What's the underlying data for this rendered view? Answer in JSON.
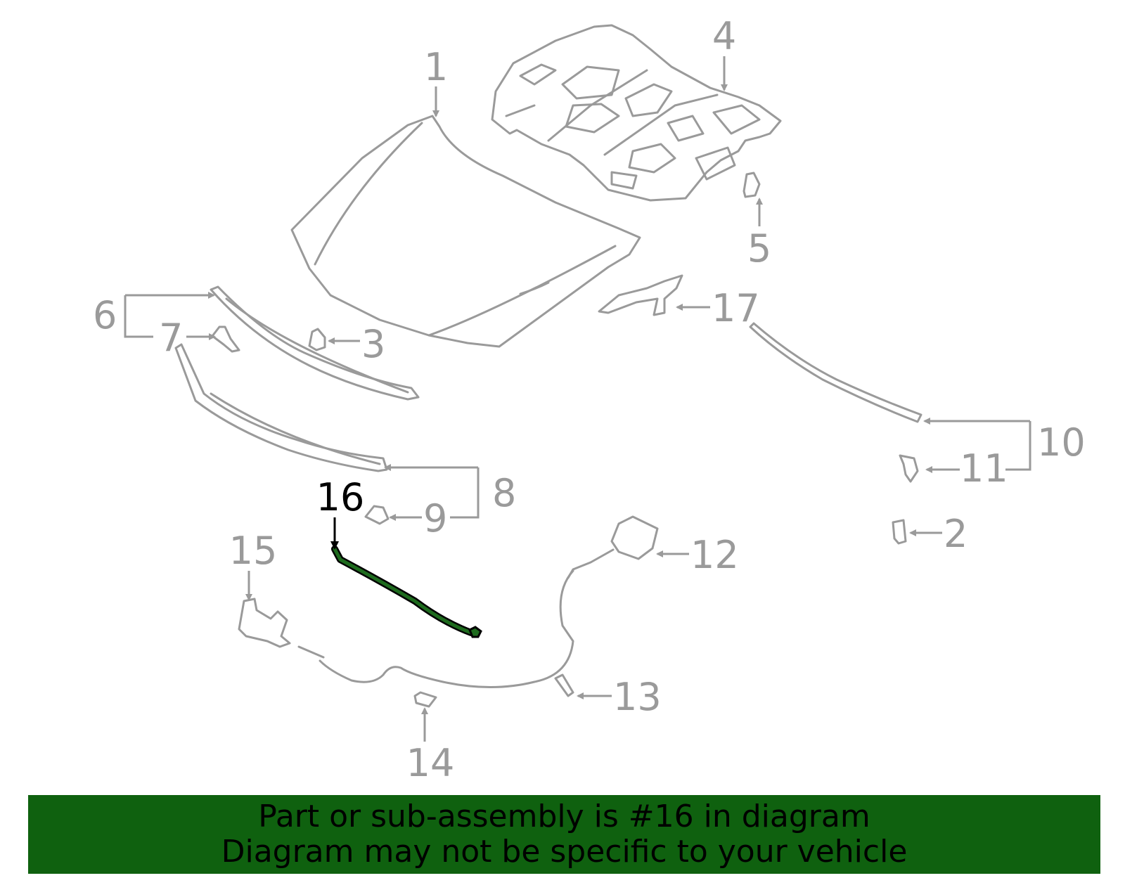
{
  "highlighted_part": "16",
  "colors": {
    "part_stroke": "#9a9a9a",
    "highlight_part": "#1e6b1e",
    "highlight_label": "#000000",
    "banner_background": "#0f610f",
    "banner_text": "#000000"
  },
  "callouts": {
    "c1": "1",
    "c2": "2",
    "c3": "3",
    "c4": "4",
    "c5": "5",
    "c6": "6",
    "c7": "7",
    "c8": "8",
    "c9": "9",
    "c10": "10",
    "c11": "11",
    "c12": "12",
    "c13": "13",
    "c14": "14",
    "c15": "15",
    "c16": "16",
    "c17": "17"
  },
  "banner": {
    "line1": "Part or sub-assembly is #16 in diagram",
    "line2": "Diagram may not be specific to your vehicle"
  }
}
